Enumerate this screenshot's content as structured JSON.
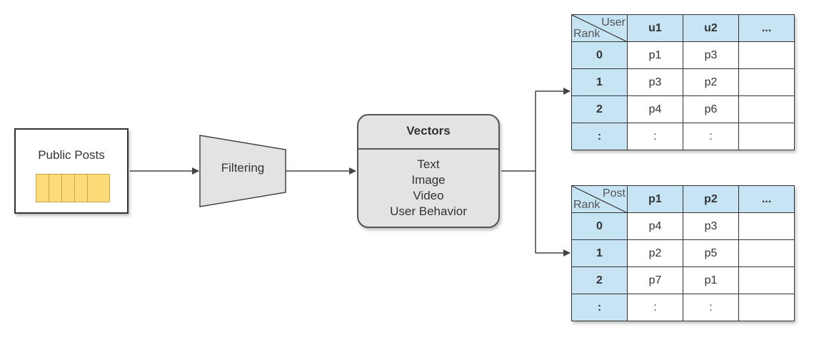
{
  "source": {
    "title": "Public Posts",
    "icon": "stacked-documents-icon"
  },
  "filter": {
    "label": "Filtering"
  },
  "vectors": {
    "title": "Vectors",
    "items": [
      "Text",
      "Image",
      "Video",
      "User Behavior"
    ]
  },
  "user_table": {
    "corner_top": "User",
    "corner_bottom": "Rank",
    "columns": [
      "u1",
      "u2",
      "..."
    ],
    "rows": [
      {
        "rank": "0",
        "cells": [
          "p1",
          "p3",
          ""
        ]
      },
      {
        "rank": "1",
        "cells": [
          "p3",
          "p2",
          ""
        ]
      },
      {
        "rank": "2",
        "cells": [
          "p4",
          "p6",
          ""
        ]
      },
      {
        "rank": ":",
        "cells": [
          ":",
          ":",
          ""
        ]
      }
    ]
  },
  "post_table": {
    "corner_top": "Post",
    "corner_bottom": "Rank",
    "columns": [
      "p1",
      "p2",
      "..."
    ],
    "rows": [
      {
        "rank": "0",
        "cells": [
          "p4",
          "p3",
          ""
        ]
      },
      {
        "rank": "1",
        "cells": [
          "p2",
          "p5",
          ""
        ]
      },
      {
        "rank": "2",
        "cells": [
          "p7",
          "p1",
          ""
        ]
      },
      {
        "rank": ":",
        "cells": [
          ":",
          ":",
          ""
        ]
      }
    ]
  },
  "colors": {
    "header_fill": "#c6e4f4",
    "doc_fill": "#fddb78",
    "node_fill": "#e3e3e3",
    "edge": "#444444"
  }
}
